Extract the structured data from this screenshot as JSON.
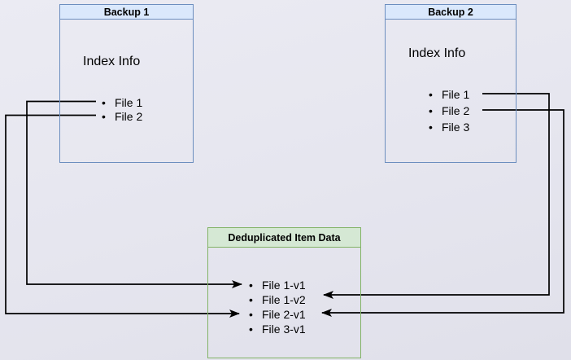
{
  "diagram": {
    "backup1": {
      "title": "Backup 1",
      "subtitle": "Index Info",
      "files": [
        "File 1",
        "File 2"
      ]
    },
    "backup2": {
      "title": "Backup 2",
      "subtitle": "Index Info",
      "files": [
        "File 1",
        "File 2",
        "File 3"
      ]
    },
    "dedup": {
      "title": "Deduplicated Item Data",
      "items": [
        "File 1-v1",
        "File 1-v2",
        "File 2-v1",
        "File 3-v1"
      ]
    },
    "edges": [
      {
        "from": "Backup 1 / File 1",
        "to": "File 1-v1"
      },
      {
        "from": "Backup 1 / File 2",
        "to": "File 2-v1"
      },
      {
        "from": "Backup 2 / File 1",
        "to": "File 1-v2"
      },
      {
        "from": "Backup 2 / File 2",
        "to": "File 2-v1"
      }
    ],
    "colors": {
      "background": "#e6e6ef",
      "blue_border": "#6c8ebf",
      "blue_header_fill": "#dae8fc",
      "green_border": "#82b366",
      "green_header_fill": "#d5e8d4",
      "connector": "#000000",
      "text": "#000000"
    }
  }
}
